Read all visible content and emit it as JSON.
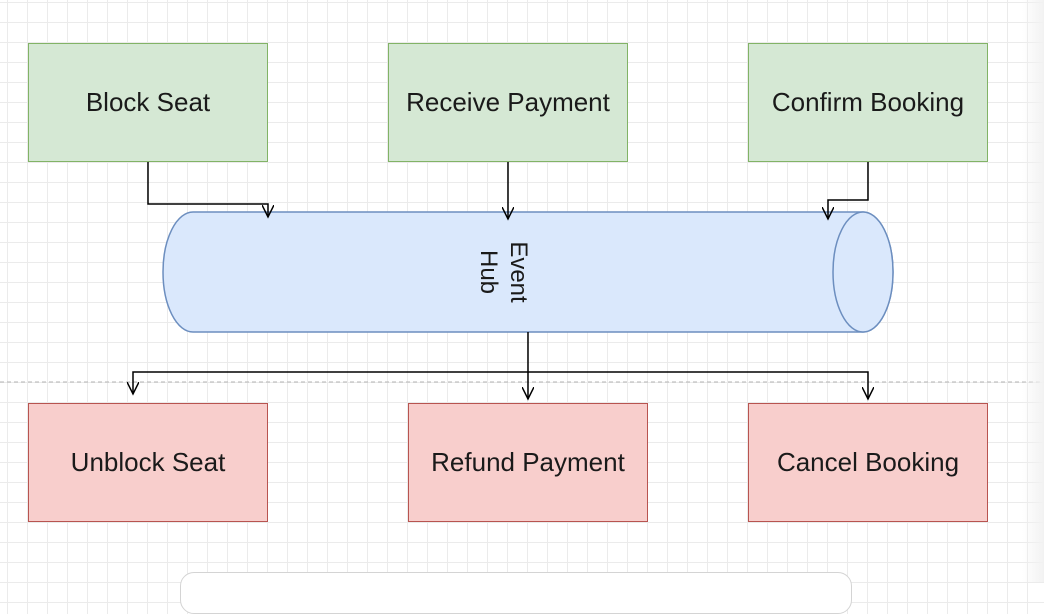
{
  "diagram": {
    "top_boxes": [
      {
        "label": "Block Seat"
      },
      {
        "label": "Receive Payment"
      },
      {
        "label": "Confirm Booking"
      }
    ],
    "hub": {
      "line1": "Event",
      "line2": "Hub"
    },
    "bottom_boxes": [
      {
        "label": "Unblock Seat"
      },
      {
        "label": "Refund Payment"
      },
      {
        "label": "Cancel Booking"
      }
    ]
  },
  "colors": {
    "success_fill": "#d5e8d4",
    "success_stroke": "#82b366",
    "failure_fill": "#f8cecc",
    "failure_stroke": "#b85450",
    "hub_fill": "#dae8fc",
    "hub_stroke": "#6c8ebf",
    "connector": "#000000"
  }
}
